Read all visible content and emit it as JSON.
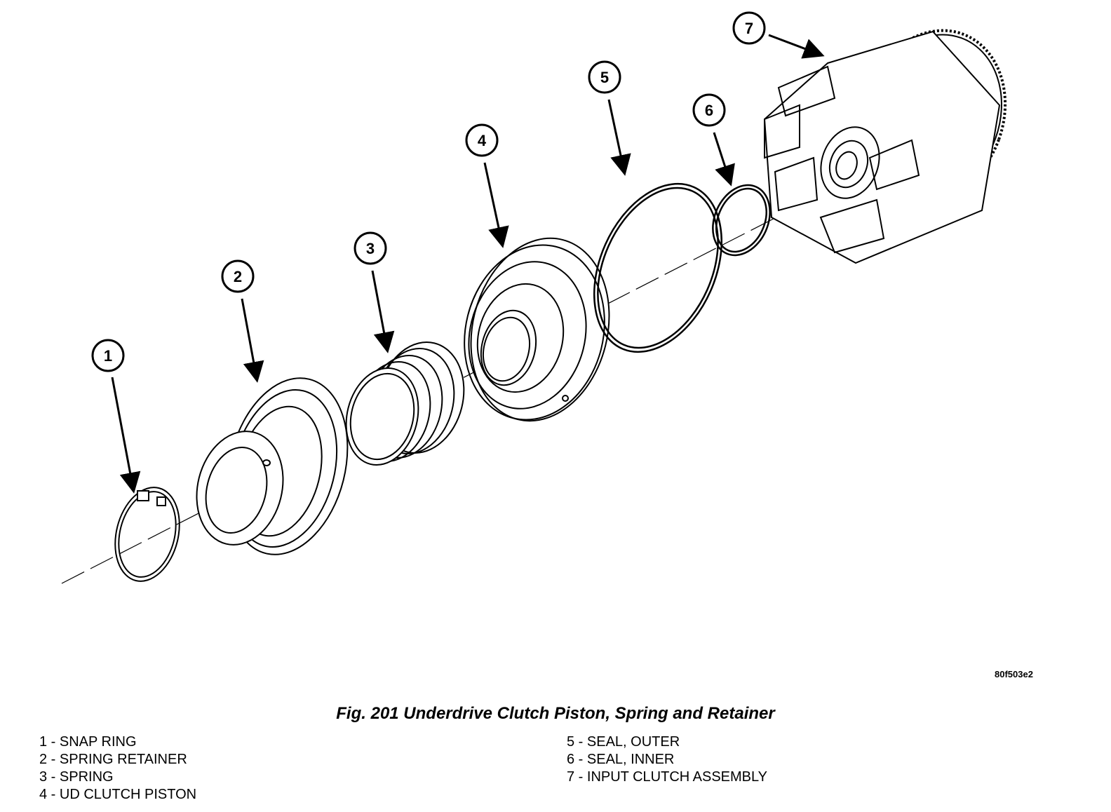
{
  "figure": {
    "code": "80f503e2",
    "caption": "Fig. 201 Underdrive Clutch Piston, Spring and Retainer"
  },
  "callouts": [
    "1",
    "2",
    "3",
    "4",
    "5",
    "6",
    "7"
  ],
  "legend": {
    "left": [
      "1 - SNAP RING",
      "2 - SPRING RETAINER",
      "3 - SPRING",
      "4 - UD CLUTCH PISTON"
    ],
    "right": [
      "5 - SEAL, OUTER",
      "6 - SEAL, INNER",
      "7 - INPUT CLUTCH ASSEMBLY"
    ]
  }
}
